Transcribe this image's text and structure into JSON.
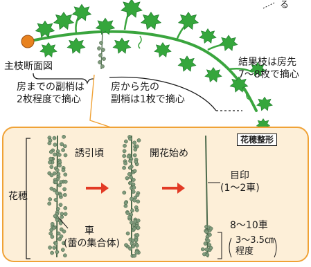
{
  "top": {
    "label_section": "主枝断面図",
    "label_pinch_before": [
      "房までの副梢は",
      "2枚程度で摘心"
    ],
    "label_pinch_after": [
      "房から先の",
      "副梢は1枚で摘心"
    ],
    "label_fruiting": [
      "結果枝は房先",
      "7〜8枚で摘心"
    ],
    "corner_text": "る"
  },
  "panel": {
    "title": "花穂整形",
    "side_label": "花穂",
    "stage_labels": [
      "誘引頃",
      "開花始め"
    ],
    "mark_label": [
      "目印",
      "(1〜2車)"
    ],
    "result_label": [
      "8〜10車"
    ],
    "result_paren": [
      "3〜3.5㎝",
      "程度"
    ],
    "wheel_label": [
      "車",
      "(蕾の集合体)"
    ]
  },
  "colors": {
    "panel_fill": "#fdefd8",
    "panel_border": "#f0a236",
    "leaf": "#35a63c",
    "leaf_dark": "#1d7a2a",
    "arrow": "#e23a25",
    "cluster": "#6d8a6b",
    "section_circle": "#e8821f"
  }
}
